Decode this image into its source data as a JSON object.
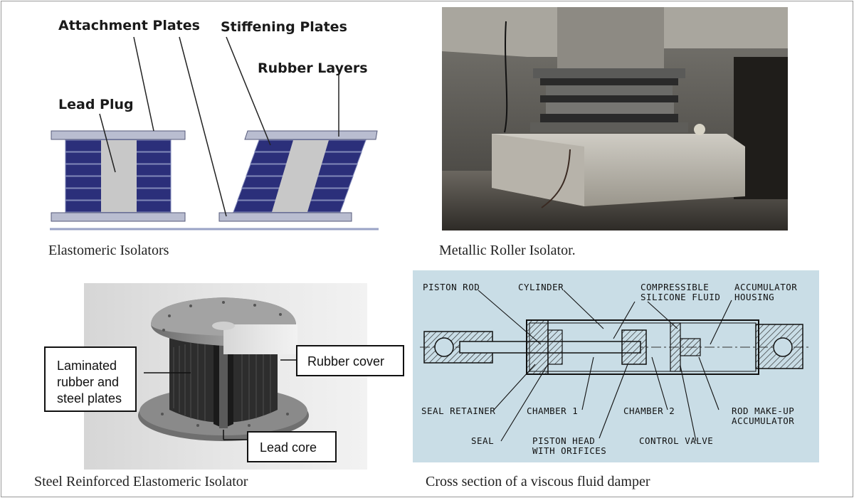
{
  "elastomeric": {
    "labels": {
      "attachment": "Attachment Plates",
      "stiffening": "Stiffening Plates",
      "rubber_layers": "Rubber Layers",
      "lead_plug": "Lead Plug"
    },
    "caption": "Elastomeric Isolators"
  },
  "roller": {
    "caption": "Metallic Roller Isolator."
  },
  "steel": {
    "labels": {
      "laminated": "Laminated rubber and steel plates",
      "laminated_1": "Laminated",
      "laminated_2": "rubber and",
      "laminated_3": "steel plates",
      "rubber_cover": "Rubber cover",
      "lead_core": "Lead core"
    },
    "caption": "Steel Reinforced Elastomeric Isolator"
  },
  "damper": {
    "labels": {
      "piston_rod": "PISTON ROD",
      "cylinder": "CYLINDER",
      "compressible_1": "COMPRESSIBLE",
      "compressible_2": "SILICONE FLUID",
      "accumulator_1": "ACCUMULATOR",
      "accumulator_2": "HOUSING",
      "seal_retainer": "SEAL RETAINER",
      "chamber1": "CHAMBER 1",
      "chamber2": "CHAMBER 2",
      "rod_makeup_1": "ROD MAKE-UP",
      "rod_makeup_2": "ACCUMULATOR",
      "seal": "SEAL",
      "piston_head_1": "PISTON HEAD",
      "piston_head_2": "WITH ORIFICES",
      "control_valve": "CONTROL VALVE"
    },
    "caption": "Cross section of a viscous fluid damper"
  },
  "colors": {
    "rubber_blue": "#2b2f7a",
    "plate_gray": "#b9bdd0",
    "lead_gray": "#c8c8c8",
    "blueprint_bg": "#c9dde6"
  }
}
